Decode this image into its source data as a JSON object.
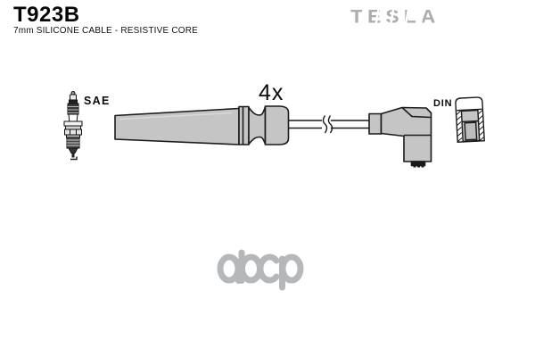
{
  "header": {
    "part_number": "T923B",
    "subtitle": "7mm SILICONE CABLE - RESISTIVE CORE",
    "brand_logo": "TESLA"
  },
  "diagram": {
    "quantity_label": "4x",
    "spark_plug_end_label": "SAE",
    "coil_end_label": "DIN"
  },
  "watermark": {
    "text": "abcp",
    "color": "#b5b8bb"
  },
  "colors": {
    "background": "#ffffff",
    "outline": "#1a1a1a",
    "rubber_boot_fill": "#c5c5c5",
    "brand_gray": "#adadad"
  }
}
